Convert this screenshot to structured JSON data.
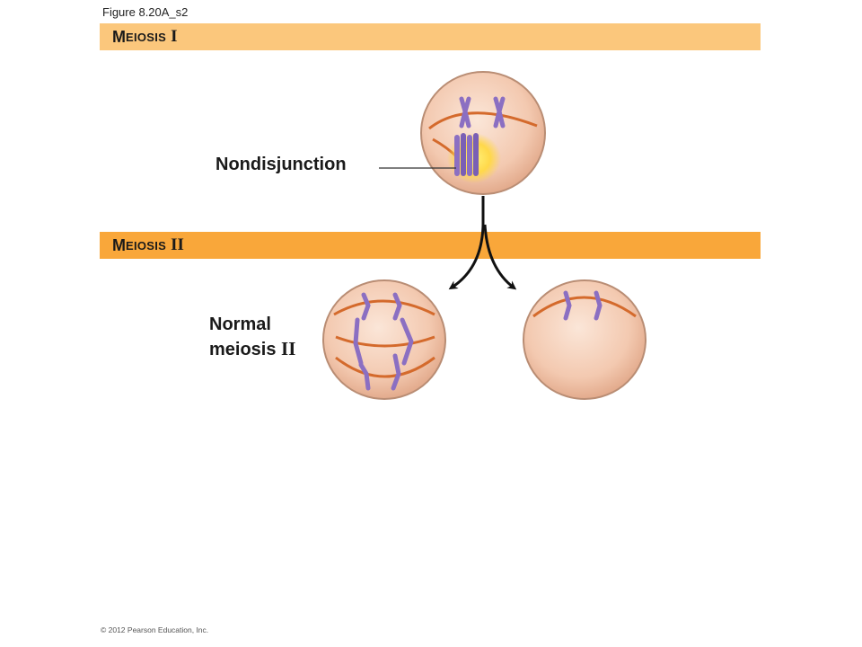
{
  "figure_label": "Figure 8.20A_s2",
  "band_meiosis1": {
    "initial": "M",
    "rest": "EIOSIS",
    "numeral": "I"
  },
  "band_meiosis2": {
    "initial": "M",
    "rest": "EIOSIS",
    "numeral": "II"
  },
  "label_nondisjunction": "Nondisjunction",
  "label_normal": {
    "line1": "Normal",
    "line2_word": "meiosis",
    "line2_numeral": "II"
  },
  "copyright": "© 2012 Pearson Education, Inc.",
  "colors": {
    "band_light": "#fbc77c",
    "band_dark": "#f9a73a",
    "cell_fill": "#f3c9b0",
    "cell_edge": "#b98d74",
    "spindle": "#d46a2c",
    "chromosome": "#8b6fc2",
    "highlight": "#ffe24a"
  },
  "icons": [
    "cell-icon",
    "chromosome-icon",
    "spindle-icon",
    "arrow-icon"
  ]
}
